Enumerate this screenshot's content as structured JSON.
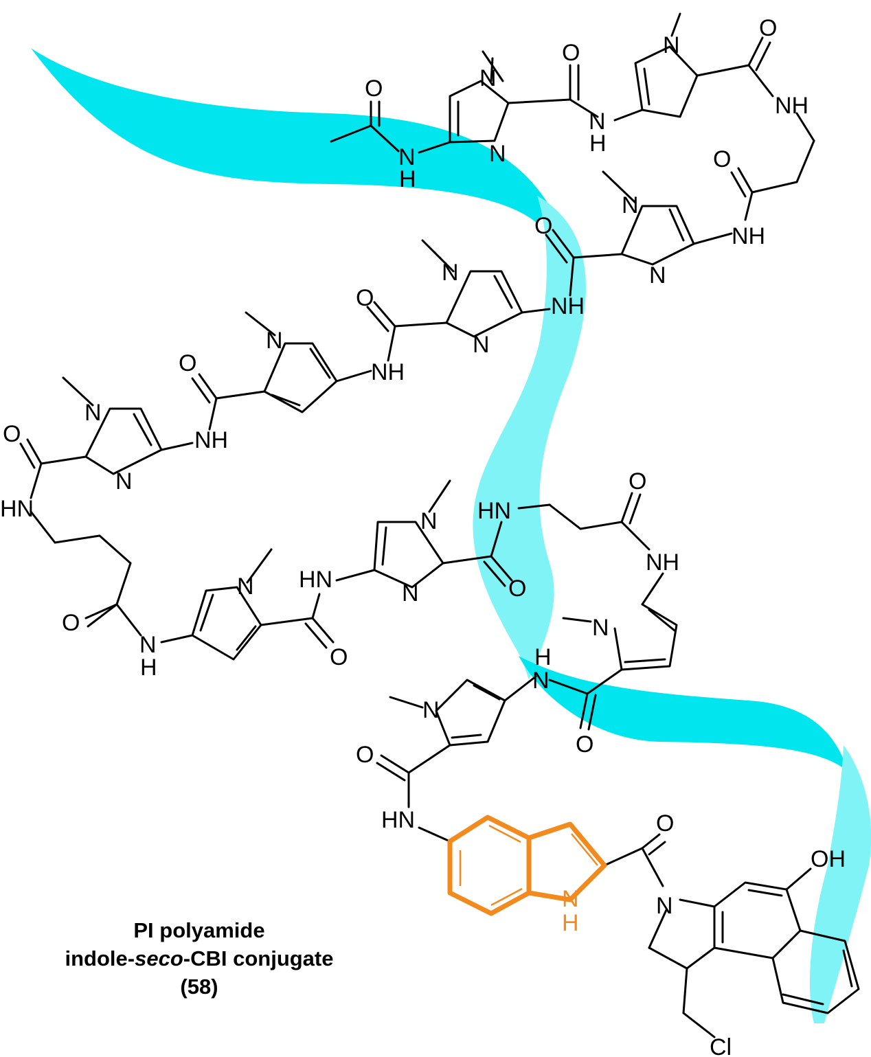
{
  "figure": {
    "caption_line1": "PI polyamide",
    "caption_line2_prefix": "indole-",
    "caption_line2_italic": "seco",
    "caption_line2_suffix": "-CBI conjugate",
    "caption_line3": "(58)"
  },
  "colors": {
    "ribbon_dark": "#00E5EE",
    "ribbon_light": "#7FF3F6",
    "indole_highlight": "#F28A1E",
    "bonds": "#000000"
  },
  "atom_labels": {
    "O": "O",
    "N": "N",
    "NH": "NH",
    "HN": "HN",
    "H": "H",
    "OH": "OH",
    "Cl": "Cl"
  }
}
